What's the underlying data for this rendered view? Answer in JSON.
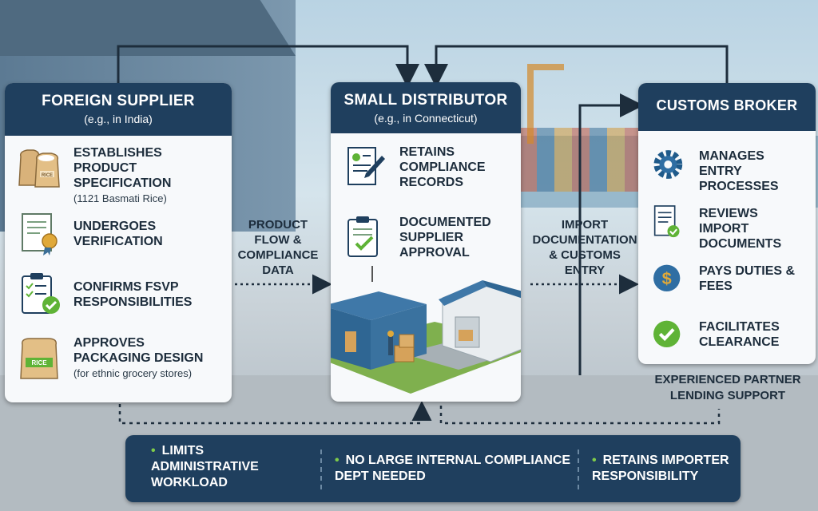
{
  "supplier": {
    "title": "FOREIGN SUPPLIER",
    "subtitle": "(e.g., in India)",
    "items": [
      {
        "icon": "rice-bags-icon",
        "text": "ESTABLISHES PRODUCT SPECIFICATION",
        "sub": "(1121 Basmati Rice)"
      },
      {
        "icon": "certificate-icon",
        "text": "UNDERGOES VERIFICATION",
        "sub": ""
      },
      {
        "icon": "checklist-icon",
        "text": "CONFIRMS FSVP RESPONSIBILITIES",
        "sub": ""
      },
      {
        "icon": "rice-package-icon",
        "text": "APPROVES PACKAGING DESIGN",
        "sub": "(for ethnic grocery stores)"
      }
    ],
    "rice_label": "RICE"
  },
  "distributor": {
    "title": "SMALL DISTRIBUTOR",
    "subtitle": "(e.g., in Connecticut)",
    "items": [
      {
        "icon": "document-pen-icon",
        "text": "RETAINS COMPLIANCE RECORDS"
      },
      {
        "icon": "clipboard-check-icon",
        "text": "DOCUMENTED SUPPLIER APPROVAL"
      }
    ]
  },
  "broker": {
    "title": "CUSTOMS BROKER",
    "items": [
      {
        "icon": "gear-icon",
        "text": "MANAGES ENTRY PROCESSES"
      },
      {
        "icon": "document-check-icon",
        "text": "REVIEWS IMPORT DOCUMENTS"
      },
      {
        "icon": "dollar-coin-icon",
        "text": "PAYS DUTIES & FEES"
      },
      {
        "icon": "check-circle-icon",
        "text": "FACILITATES CLEARANCE"
      }
    ]
  },
  "flows": {
    "supplier_to_distributor": "PRODUCT FLOW & COMPLIANCE DATA",
    "distributor_to_broker": "IMPORT DOCUMENTATION & CUSTOMS ENTRY"
  },
  "partner_note": "EXPERIENCED PARTNER LENDING SUPPORT",
  "banner": [
    "LIMITS ADMINISTRATIVE WORKLOAD",
    "NO LARGE INTERNAL COMPLIANCE DEPT NEEDED",
    "RETAINS IMPORTER RESPONSIBILITY"
  ],
  "colors": {
    "navy": "#1f3f5e",
    "green": "#5fb336",
    "gold": "#e0a93a",
    "card": "#f7f9fb"
  }
}
